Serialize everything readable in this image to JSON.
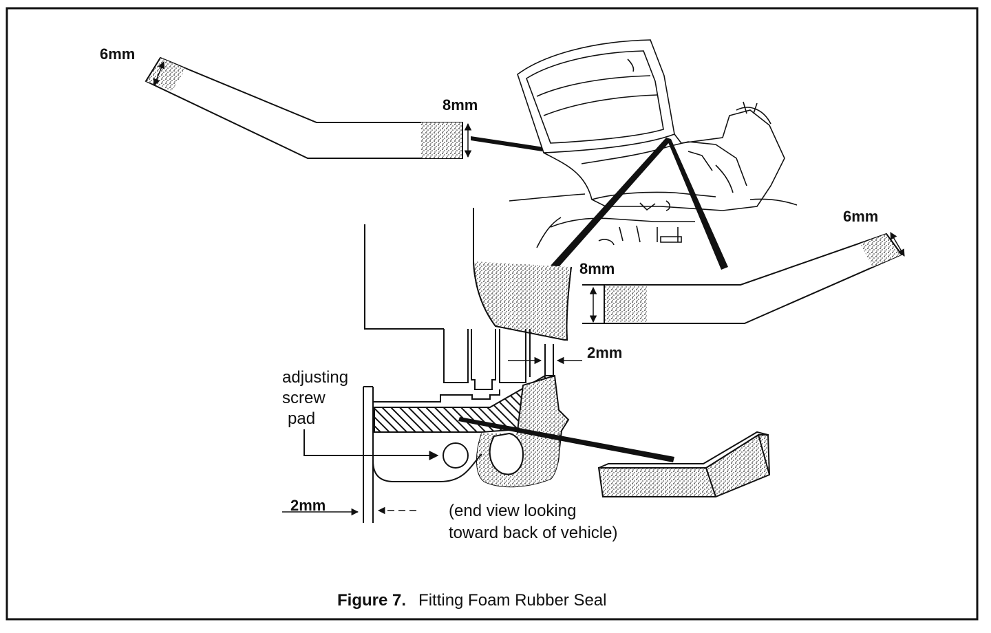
{
  "labels": {
    "dim_6mm_top_left": "6mm",
    "dim_8mm_top": "8mm",
    "dim_6mm_right": "6mm",
    "dim_8mm_right": "8mm",
    "dim_2mm_top": "2mm",
    "dim_2mm_bottom": "2mm",
    "adjusting_line1": "adjusting",
    "adjusting_line2": "screw",
    "adjusting_line3": "pad",
    "end_view_line1": "(end view looking",
    "end_view_line2": "toward back of vehicle)"
  },
  "caption": {
    "number": "Figure 7.",
    "title": "Fitting Foam Rubber Seal"
  }
}
